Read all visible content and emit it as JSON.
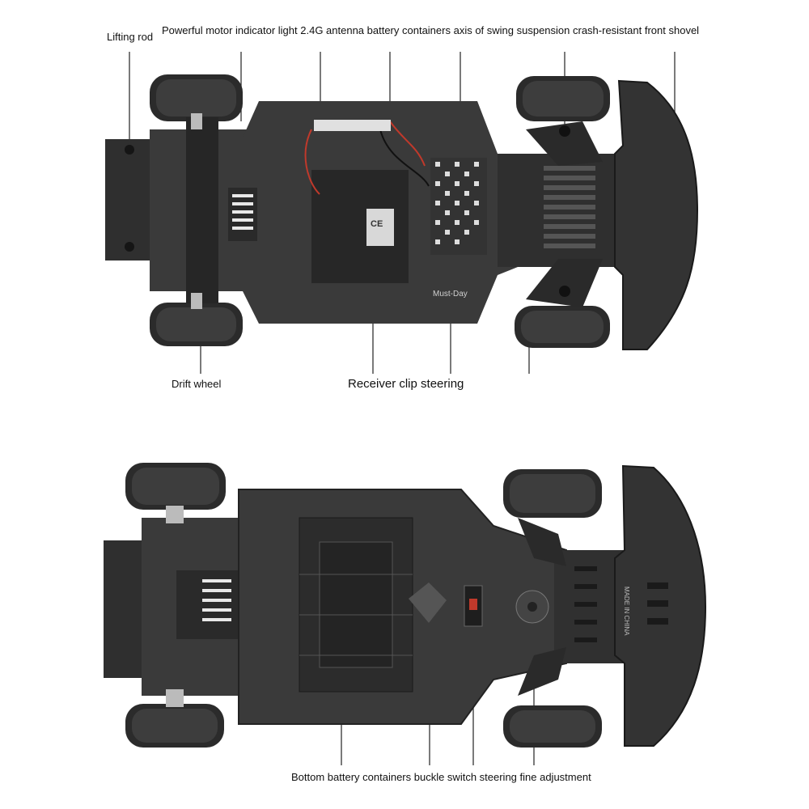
{
  "top_view": {
    "lifting_rod": "Lifting rod",
    "top_callouts": "Powerful motor indicator light 2.4G antenna battery containers axis of swing suspension crash-resistant front shovel",
    "drift_wheel": "Drift wheel",
    "receiver_clip_steering": "Receiver clip steering",
    "chassis_marking": "Must-Day",
    "ce_mark": "CE"
  },
  "bottom_view": {
    "bottom_callouts": "Bottom battery containers buckle switch steering fine adjustment",
    "made_in_mark": "MADE IN CHINA"
  },
  "colors": {
    "background": "#ffffff",
    "chassis": "#3a3a3a",
    "chassis_dark": "#222222",
    "wheel": "#2b2b2b",
    "wire_red": "#c0392b",
    "leader_line": "#333333"
  }
}
